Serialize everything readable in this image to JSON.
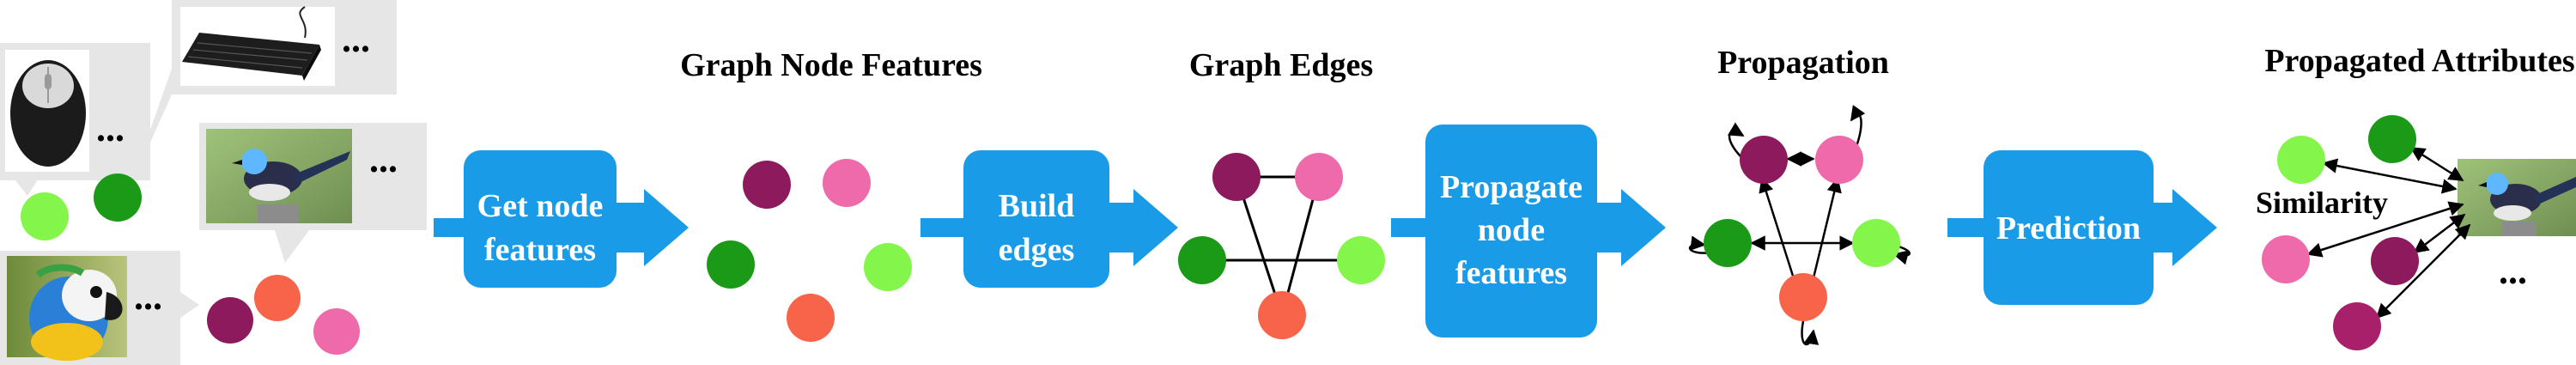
{
  "titles": {
    "node_features": "Graph Node Features",
    "edges": "Graph Edges",
    "propagation": "Propagation",
    "propagated_attributes": "Propagated Attributes"
  },
  "steps": {
    "get_node_features": [
      "Get node",
      "features"
    ],
    "build_edges": [
      "Build",
      "edges"
    ],
    "propagate": [
      "Propagate",
      "node",
      "features"
    ],
    "prediction": "Prediction"
  },
  "labels": {
    "similarity": "Similarity",
    "ellipsis": "..."
  },
  "colors": {
    "arrow_blue": "#1a9be8",
    "bubble_gray": "#e6e6e6",
    "dark_green": "#1a9a16",
    "light_green": "#84f54a",
    "pink": "#ee6aaa",
    "maroon": "#8e1a5e",
    "orange": "#f8644a"
  },
  "images": [
    "computer-mouse",
    "keyboard",
    "fairy-wren-bird",
    "macaw-parrot"
  ]
}
